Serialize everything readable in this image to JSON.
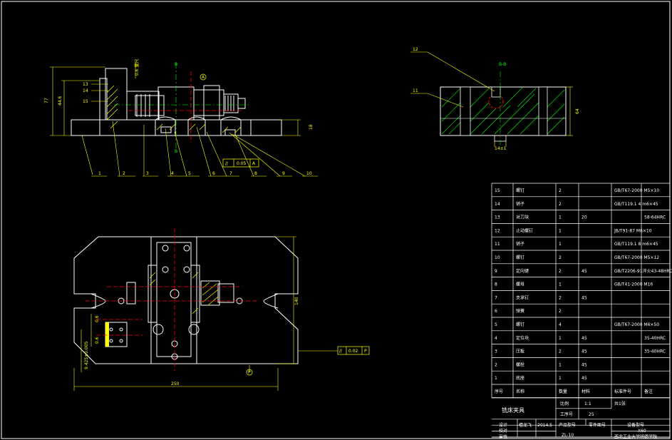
{
  "section_label": "B-B",
  "view_marks": {
    "a": "A",
    "b_top": "B",
    "b_bot": "B",
    "p": "P",
    "a_circle": "A"
  },
  "dimensions": {
    "d77": "77",
    "d446": "44.6",
    "d0_6_top": "0.6 量尺",
    "d18": "18",
    "d64": "64",
    "d14": "14±1",
    "d250": "250",
    "d140": "140",
    "d0_6_left": "0.6",
    "d0_6_left2": "0.6",
    "d9": "9.425±0.005"
  },
  "tolerance_frames": [
    {
      "symbol": "//",
      "value": "0.05",
      "datum": "A"
    },
    {
      "symbol": "//",
      "value": "0.02",
      "datum": "P"
    }
  ],
  "callouts": {
    "top_left": [
      "13",
      "14",
      "15"
    ],
    "bottom": [
      "1",
      "2",
      "3",
      "4",
      "5",
      "6",
      "7",
      "8",
      "9",
      "10"
    ],
    "section": [
      "12",
      "11"
    ]
  },
  "parts_table": {
    "rows": [
      {
        "no": "15",
        "name": "螺钉",
        "qty": "2",
        "material": "",
        "std": "GB/T67-2000 M5×10",
        "note": ""
      },
      {
        "no": "14",
        "name": "销子",
        "qty": "2",
        "material": "",
        "std": "GB/T119.1 4 m6×45",
        "note": ""
      },
      {
        "no": "13",
        "name": "对刀块",
        "qty": "1",
        "material": "20",
        "std": "",
        "note": "58-64HRC"
      },
      {
        "no": "12",
        "name": "止动螺钉",
        "qty": "1",
        "material": "",
        "std": "JB/T91-87 M6×10",
        "note": ""
      },
      {
        "no": "11",
        "name": "销子",
        "qty": "1",
        "material": "",
        "std": "GB/T119.1 8 m6×45",
        "note": ""
      },
      {
        "no": "10",
        "name": "螺钉",
        "qty": "2",
        "material": "",
        "std": "GB/T67-2000 M5×12",
        "note": ""
      },
      {
        "no": "9",
        "name": "定向键",
        "qty": "2",
        "material": "45",
        "std": "GB/T2206-91淬火43-48HRC",
        "note": ""
      },
      {
        "no": "8",
        "name": "螺母",
        "qty": "1",
        "material": "",
        "std": "GB/T41-2000 M16",
        "note": ""
      },
      {
        "no": "7",
        "name": "支承钉",
        "qty": "2",
        "material": "45",
        "std": "",
        "note": ""
      },
      {
        "no": "6",
        "name": "弹簧",
        "qty": "2",
        "material": "",
        "std": "",
        "note": ""
      },
      {
        "no": "5",
        "name": "螺钉",
        "qty": "4",
        "material": "",
        "std": "GB/T67-2000 M6×50",
        "note": ""
      },
      {
        "no": "4",
        "name": "定位块",
        "qty": "1",
        "material": "45",
        "std": "",
        "note": "35-40HRC"
      },
      {
        "no": "3",
        "name": "压板",
        "qty": "2",
        "material": "45",
        "std": "",
        "note": "35-40HRC"
      },
      {
        "no": "2",
        "name": "螺栓",
        "qty": "1",
        "material": "45",
        "std": "",
        "note": ""
      },
      {
        "no": "1",
        "name": "底座",
        "qty": "1",
        "material": "45",
        "std": "",
        "note": ""
      }
    ],
    "header": {
      "no": "序号",
      "name": "名称",
      "qty": "数量",
      "material": "材料",
      "std": "标准件号",
      "note": "备注"
    }
  },
  "title_block": {
    "title": "铣床夹具",
    "scale_label": "比例",
    "scale": "1:1",
    "sheets": "共1张",
    "process_no_label": "工序号",
    "process_no": "25",
    "design_label": "设计",
    "designer": "檀龙飞",
    "date": "2014.5",
    "product_label": "产品型号",
    "part_label": "零件图号",
    "equip_label": "设备型号",
    "equip": "X60",
    "check_label": "校对",
    "approve_label": "审核",
    "drawing_no": "ZL-10",
    "school": "西北工业大学明德学院"
  }
}
